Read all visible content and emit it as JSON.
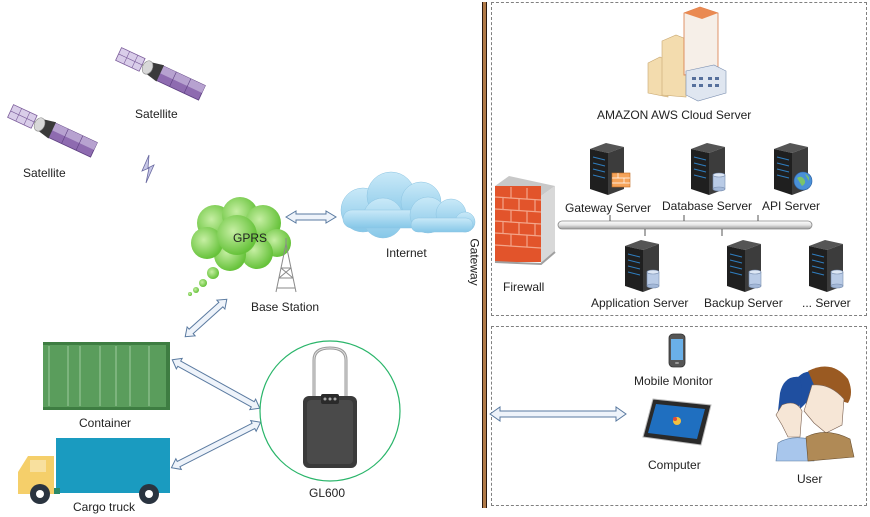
{
  "left": {
    "satellites": [
      {
        "label": "Satellite"
      },
      {
        "label": "Satellite"
      }
    ],
    "gprs": {
      "label": "GPRS"
    },
    "internet": {
      "label": "Internet"
    },
    "base_station": {
      "label": "Base Station"
    },
    "container": {
      "label": "Container"
    },
    "truck": {
      "label": "Cargo truck"
    },
    "device": {
      "label": "GL600"
    }
  },
  "gateway": {
    "label": "Gateway"
  },
  "cloud": {
    "title": "AMAZON  AWS Cloud Server",
    "firewall": {
      "label": "Firewall"
    },
    "servers_top": [
      {
        "label": "Gateway Server",
        "badge": "firewall"
      },
      {
        "label": "Database Server",
        "badge": "database"
      },
      {
        "label": "API Server",
        "badge": "globe"
      }
    ],
    "servers_bottom": [
      {
        "label": "Application Server",
        "badge": "database"
      },
      {
        "label": "Backup Server",
        "badge": "database"
      },
      {
        "label": "... Server",
        "badge": "database"
      }
    ]
  },
  "clients": {
    "mobile": {
      "label": "Mobile Monitor"
    },
    "computer": {
      "label": "Computer"
    },
    "user": {
      "label": "User"
    }
  },
  "colors": {
    "divider": "#a0673a",
    "dashed_border": "#808080",
    "arrow_fill": "#eef3fa",
    "arrow_stroke": "#5a7aa0",
    "gprs_green": "#7ccf4a",
    "internet_blue": "#9dd3ee",
    "container_green": "#4f9a52",
    "truck_blue": "#1a9bc0",
    "truck_cab": "#f5cf6a",
    "device_circle": "#2ab56a",
    "firewall_red": "#e2542b"
  }
}
